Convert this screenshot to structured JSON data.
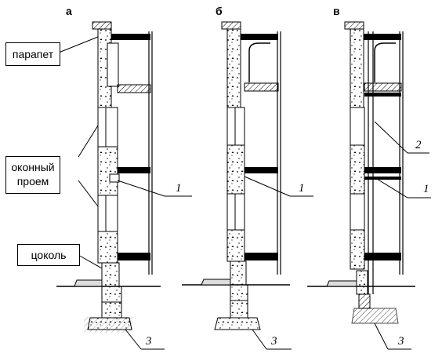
{
  "panels": [
    {
      "letter": "а"
    },
    {
      "letter": "б"
    },
    {
      "letter": "в"
    }
  ],
  "labels": {
    "parapet": "парапет",
    "window_line1": "оконный",
    "window_line2": "проем",
    "plinth": "цоколь"
  },
  "callouts": {
    "one": "1",
    "two": "2",
    "three": "3"
  }
}
